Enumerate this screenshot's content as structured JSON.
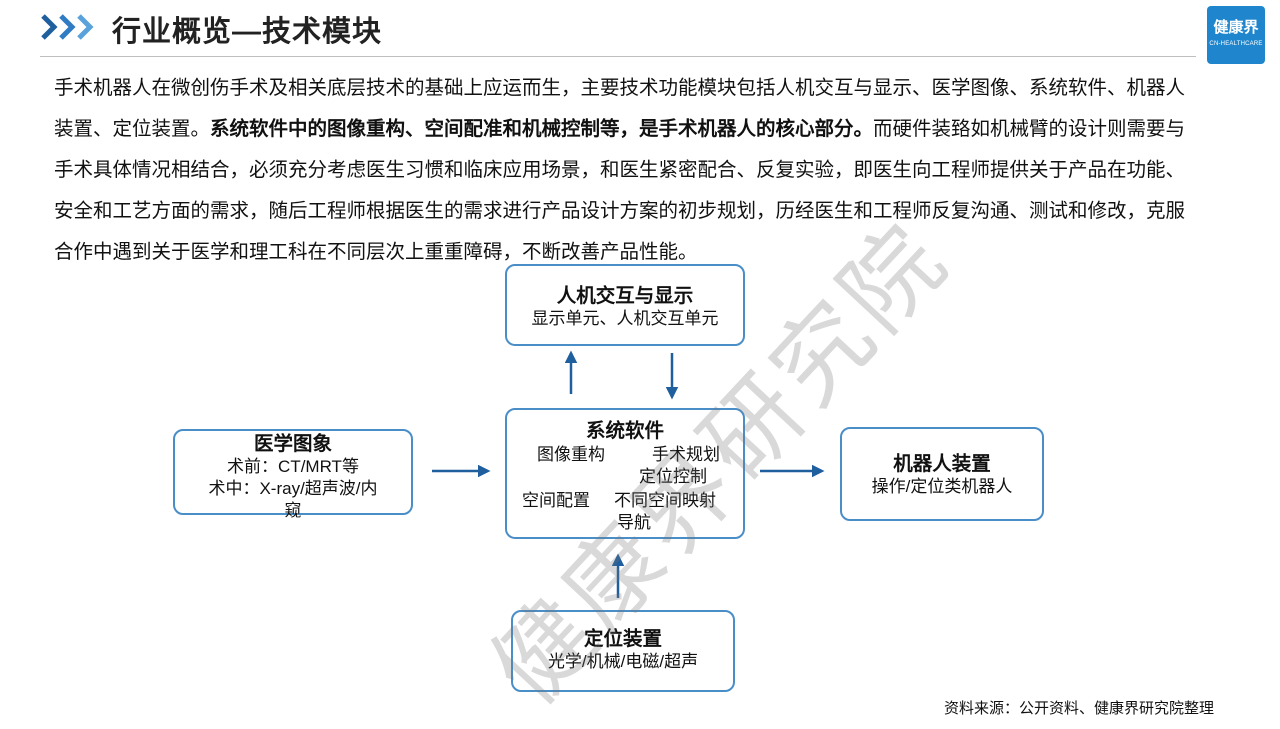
{
  "header": {
    "title": "行业概览—技术模块",
    "logo_main": "健康界",
    "logo_sub": "CN-HEALTHCARE"
  },
  "intro": {
    "part1": "手术机器人在微创伤手术及相关底层技术的基础上应运而生，主要技术功能模块包括人机交互与显示、医学图像、系统软件、机器人装置、定位装置。",
    "bold": "系统软件中的图像重构、空间配准和机械控制等，是手术机器人的核心部分。",
    "part2": "而硬件装臵如机械臂的设计则需要与手术具体情况相结合，必须充分考虑医生习惯和临床应用场景，和医生紧密配合、反复实验，即医生向工程师提供关于产品在功能、安全和工艺方面的需求，随后工程师根据医生的需求进行产品设计方案的初步规划，历经医生和工程师反复沟通、测试和修改，克服合作中遇到关于医学和理工科在不同层次上重重障碍，不断改善产品性能。"
  },
  "diagram": {
    "hmi": {
      "title": "人机交互与显示",
      "desc": "显示单元、人机交互单元"
    },
    "imaging": {
      "title": "医学图象",
      "line1": "术前：CT/MRT等",
      "line2": "术中：X-ray/超声波/内",
      "line3": "窥"
    },
    "software": {
      "title": "系统软件",
      "item1": "图像重构",
      "item2": "手术规划",
      "item3": "定位控制",
      "item4": "空间配置",
      "item5": "不同空间映射",
      "item6": "导航"
    },
    "robot": {
      "title": "机器人装置",
      "desc": "操作/定位类机器人"
    },
    "locator": {
      "title": "定位装置",
      "desc": "光学/机械/电磁/超声"
    }
  },
  "watermark": "健康界研究院",
  "footer": {
    "source": "资料来源：公开资料、健康界研究院整理"
  },
  "colors": {
    "accent": "#1f5f9e",
    "box_border": "#4a8ec8",
    "logo_bg": "#1f86cd"
  }
}
